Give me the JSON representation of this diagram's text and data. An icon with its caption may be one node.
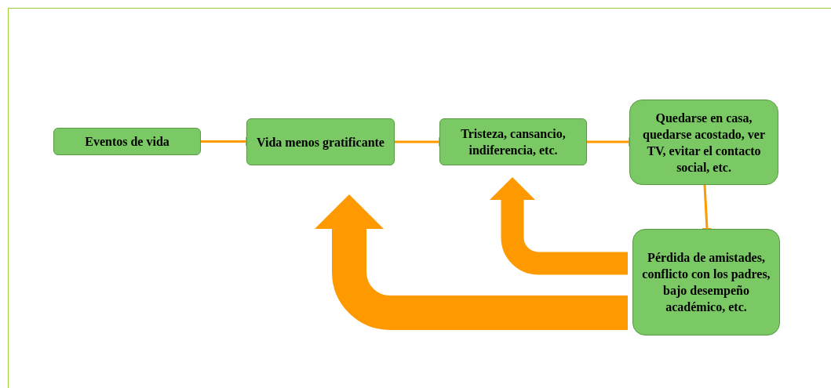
{
  "diagram": {
    "nodes": [
      {
        "text": [
          "Eventos de vida"
        ]
      },
      {
        "text": [
          "Vida menos gratificante"
        ]
      },
      {
        "text": [
          "Tristeza, cansancio, indiferencia, etc."
        ]
      },
      {
        "text": [
          "Quedarse en casa, quedarse acostado, ver TV, evitar el contacto social, etc."
        ]
      },
      {
        "text": [
          "Pérdida de amistades, conflicto con los padres, bajo desempeño académico, etc."
        ]
      }
    ],
    "edges": [
      {
        "from": 0,
        "to": 1,
        "arrow": "to"
      },
      {
        "from": 1,
        "to": 2,
        "arrow": "to"
      },
      {
        "from": 2,
        "to": 3,
        "arrow": "to"
      },
      {
        "from": 3,
        "to": 4,
        "arrow": "to"
      },
      {
        "from": 4,
        "to": 2,
        "arrow": "to",
        "style": "thick"
      },
      {
        "from": 4,
        "to": 1,
        "arrow": "to",
        "style": "thick"
      }
    ]
  }
}
